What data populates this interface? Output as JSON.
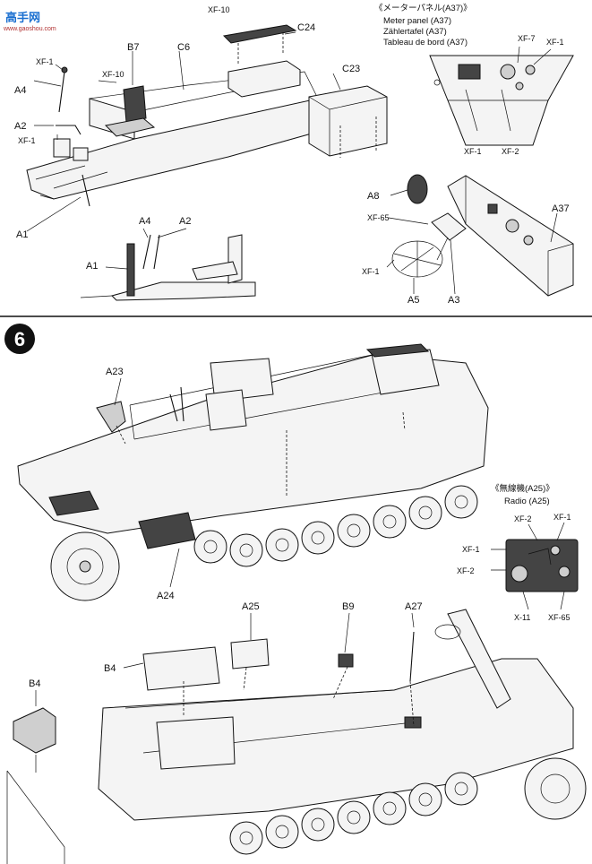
{
  "watermark": {
    "text": "高手网",
    "sub": "www.gaoshou.com"
  },
  "step": {
    "number": "6"
  },
  "meter_panel": {
    "title": "《メーターパネル(A37)》",
    "lines": [
      "Meter panel (A37)",
      "Zählertafel (A37)",
      "Tableau de bord (A37)"
    ]
  },
  "radio": {
    "title": "《無線機(A25)》",
    "line": "Radio (A25)"
  },
  "labels": {
    "xf10_top": "XF-10",
    "c24": "C24",
    "b7": "B7",
    "c6": "C6",
    "c23": "C23",
    "xf1_a": "XF-1",
    "xf10_b": "XF-10",
    "a4_a": "A4",
    "a2_a": "A2",
    "xf1_b": "XF-1",
    "a1_a": "A1",
    "a4_b": "A4",
    "a2_b": "A2",
    "a1_b": "A1",
    "xf7": "XF-7",
    "xf1_c": "XF-1",
    "xf1_d": "XF-1",
    "xf2_a": "XF-2",
    "a8": "A8",
    "xf65_a": "XF-65",
    "a37": "A37",
    "xf1_e": "XF-1",
    "a5": "A5",
    "a3": "A3",
    "a23": "A23",
    "a24": "A24",
    "xf2_b": "XF-2",
    "xf1_f": "XF-1",
    "xf1_g": "XF-1",
    "xf2_c": "XF-2",
    "x11": "X-11",
    "xf65_b": "XF-65",
    "a25": "A25",
    "b9": "B9",
    "a27": "A27",
    "b4_a": "B4",
    "b4_b": "B4"
  }
}
